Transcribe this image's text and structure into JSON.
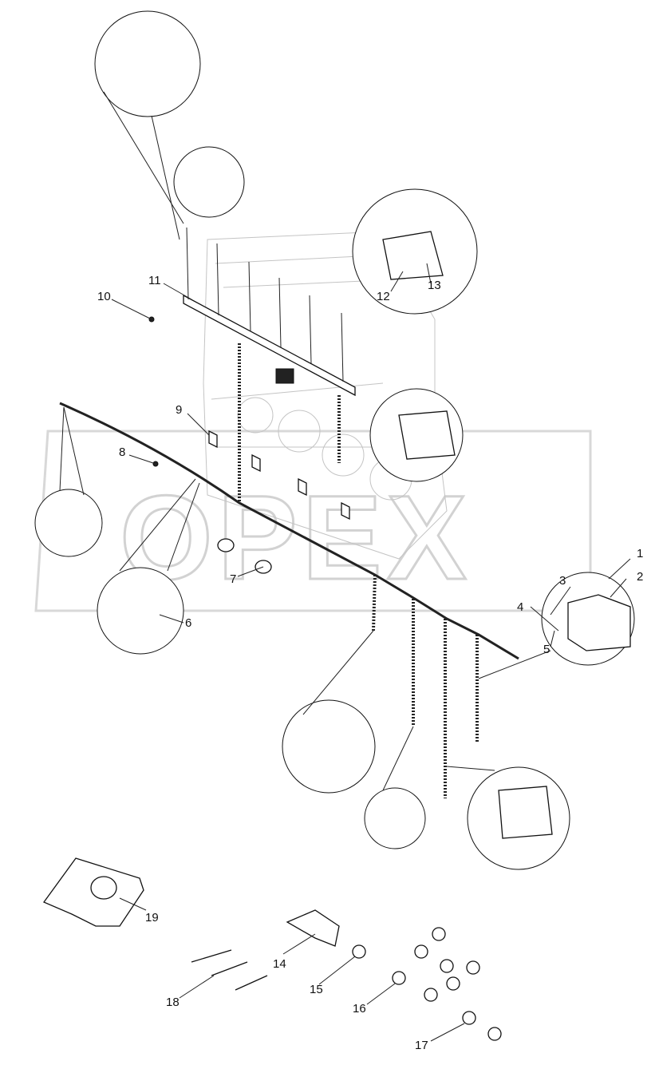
{
  "watermark": "OPEX",
  "callouts": [
    {
      "id": "1",
      "text": "1"
    },
    {
      "id": "2",
      "text": "2"
    },
    {
      "id": "3",
      "text": "3"
    },
    {
      "id": "4",
      "text": "4"
    },
    {
      "id": "5",
      "text": "5"
    },
    {
      "id": "6",
      "text": "6"
    },
    {
      "id": "7",
      "text": "7"
    },
    {
      "id": "8",
      "text": "8"
    },
    {
      "id": "9",
      "text": "9"
    },
    {
      "id": "10",
      "text": "10"
    },
    {
      "id": "11",
      "text": "11"
    },
    {
      "id": "12",
      "text": "12"
    },
    {
      "id": "13",
      "text": "13"
    },
    {
      "id": "14",
      "text": "14"
    },
    {
      "id": "15",
      "text": "15"
    },
    {
      "id": "16",
      "text": "16"
    },
    {
      "id": "17",
      "text": "17"
    },
    {
      "id": "18",
      "text": "18"
    },
    {
      "id": "19",
      "text": "19"
    }
  ]
}
